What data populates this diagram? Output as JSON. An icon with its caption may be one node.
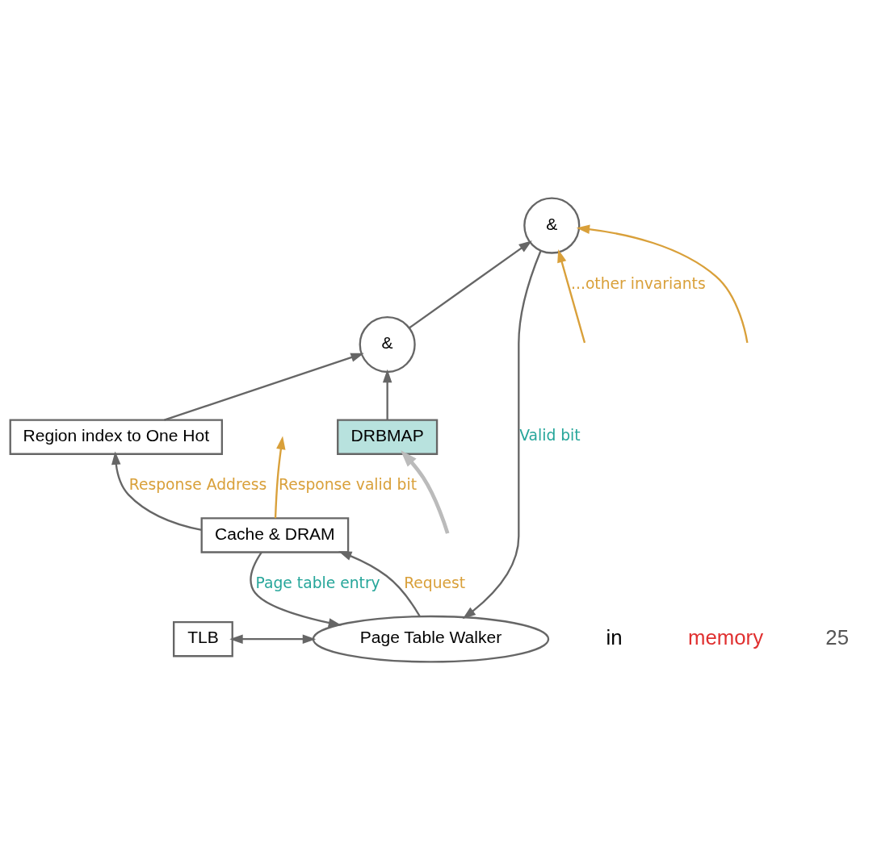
{
  "diagram": {
    "nodes": [
      {
        "text": [
          "TLB"
        ]
      },
      {
        "text": [
          "Page Table Walker"
        ]
      },
      {
        "text": [
          "&"
        ]
      },
      {
        "text": [
          "&"
        ]
      },
      {
        "text": [
          "DRBMAP"
        ]
      },
      {
        "text": [
          "Region index to One Hot"
        ]
      },
      {
        "text": [
          "Cache & DRAM"
        ]
      }
    ],
    "edges": [
      {
        "from": 0,
        "to": 1,
        "arrow": "both"
      },
      {
        "from": 2,
        "to": 1,
        "arrow": "to",
        "label": "Valid bit"
      },
      {
        "from": null,
        "to": 2,
        "arrow": "to",
        "label": "...other invariants",
        "color": "#d9a03a"
      },
      {
        "from": null,
        "to": 2,
        "arrow": "to",
        "color": "#d9a03a"
      },
      {
        "from": 3,
        "to": 2,
        "arrow": "to"
      },
      {
        "from": 4,
        "to": 3,
        "arrow": "to"
      },
      {
        "from": 5,
        "to": 3,
        "arrow": "to"
      },
      {
        "from": 6,
        "to": null,
        "arrow": "to",
        "label": "Response valid bit",
        "color": "#d9a03a"
      },
      {
        "from": 6,
        "to": 5,
        "arrow": "to",
        "label": "Response Address"
      },
      {
        "from": 6,
        "to": 1,
        "arrow": "to",
        "label": "Page table entry"
      },
      {
        "from": 1,
        "to": 6,
        "arrow": "to",
        "label": "Request"
      },
      {
        "from": null,
        "to": 4,
        "arrow": "to",
        "color": "#bbbbbb",
        "style": "thick"
      }
    ],
    "labels": [
      "in",
      "memory",
      "25"
    ]
  }
}
